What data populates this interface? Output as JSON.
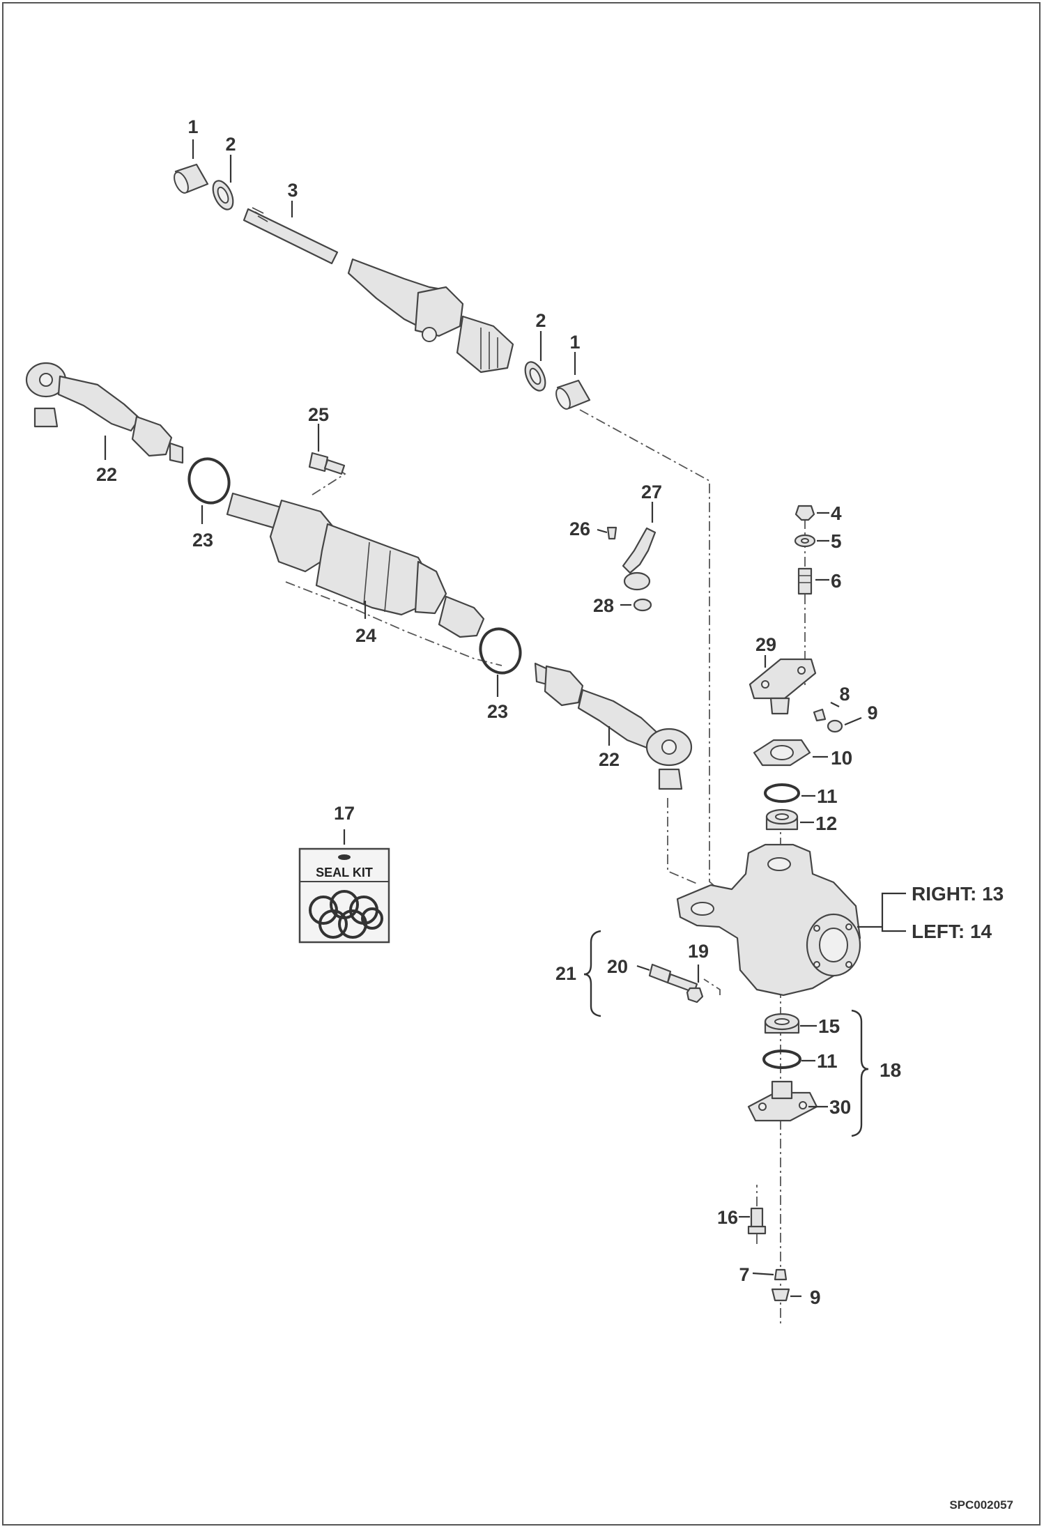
{
  "labels": {
    "p1a": "1",
    "p2a": "2",
    "p3": "3",
    "p2b": "2",
    "p1b": "1",
    "p25": "25",
    "p22a": "22",
    "p23a": "23",
    "p24": "24",
    "p23b": "23",
    "p22b": "22",
    "p27": "27",
    "p26": "26",
    "p28": "28",
    "p4": "4",
    "p5": "5",
    "p6": "6",
    "p29": "29",
    "p8": "8",
    "p9a": "9",
    "p10": "10",
    "p11a": "11",
    "p12": "12",
    "p17": "17",
    "p19": "19",
    "p20": "20",
    "p21": "21",
    "p15": "15",
    "p11b": "11",
    "p18": "18",
    "p30": "30",
    "p16": "16",
    "p7": "7",
    "p9b": "9"
  },
  "side_labels": {
    "right": "RIGHT: 13",
    "left": "LEFT: 14"
  },
  "seal_kit": {
    "title": "SEAL KIT"
  },
  "drawing_code": "SPC002057"
}
